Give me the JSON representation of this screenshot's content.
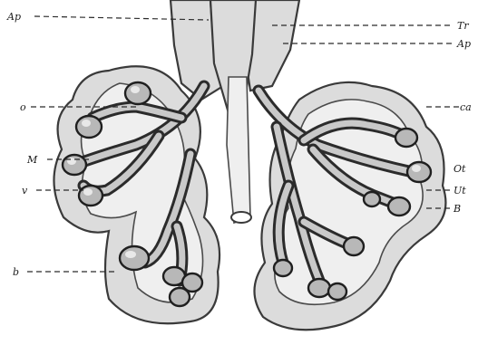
{
  "labels": {
    "top_left": "Ap",
    "top_right_1": "Tr",
    "top_right_2": "Ap",
    "left_o": "o",
    "left_m": "M",
    "left_v": "v",
    "left_b": "b",
    "right_1": "ca",
    "right_2": "Ot",
    "right_3": "Ut",
    "right_4": "B"
  }
}
